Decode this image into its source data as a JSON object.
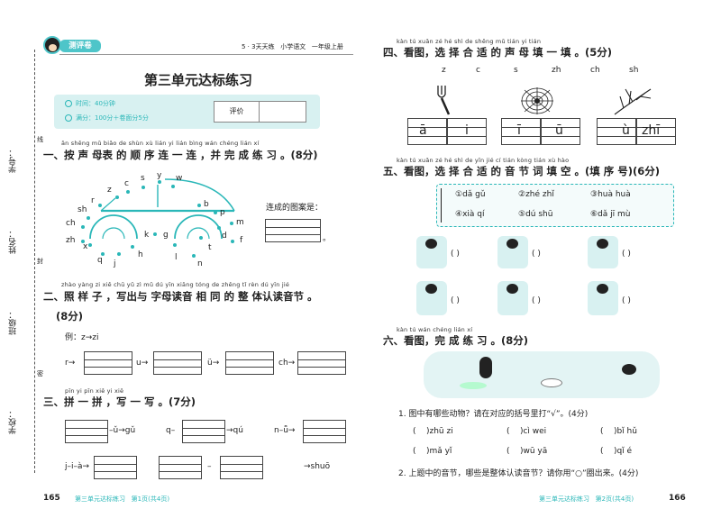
{
  "left": {
    "badge": "测评卷",
    "header": "5 · 3天天练   小学语文   一年级上册",
    "title": "第三单元达标练习",
    "time": "时间：40分钟",
    "score": "满分：100分＋卷面分5分",
    "rating": "评价",
    "margin_labels": [
      "学号：",
      "线",
      "姓名：",
      "封",
      "班级：",
      "密",
      "学校："
    ],
    "s1_pinyin": "ān shēng mǔ biǎo de shùn xù lián yi lián  bìng wán chéng lián  xí",
    "s1_title": "一、按 声 母表 的 顺 序 连 一 连 ，并 完 成  练 习 。(8分)",
    "s1_letters": [
      "z",
      "c",
      "s",
      "y",
      "w",
      "r",
      "sh",
      "ch",
      "zh",
      "b",
      "p",
      "m",
      "f",
      "d",
      "t",
      "n",
      "l",
      "g",
      "k",
      "h",
      "j",
      "q",
      "x"
    ],
    "s1_side": "连成的图案是：",
    "s1_dot": "。",
    "s2_pinyin": "zhào yàng zi  xiě chū yǔ zì mǔ dú yīn xiāng tóng de zhěng tǐ rèn dú yīn jié",
    "s2_title": "二、照 样 子 ，写出与 字母读音 相 同 的 整 体认读音节 。",
    "s2_score": "(8分)",
    "s2_example": "例：z→zi",
    "s2_items": [
      "r→",
      "u→",
      "ü→",
      "ch→"
    ],
    "s3_pinyin": "pīn yi pīn  xiě yi xiě",
    "s3_title": "三、拼 一 拼 ，写 一 写 。(7分)",
    "s3_row1": [
      "–ǔ→gǔ",
      "q–",
      "→qú",
      "n–ǖ→"
    ],
    "s3_row2": [
      "j–i–à→",
      "–",
      "→shuō"
    ],
    "page_num": "165",
    "footer": "第三单元达标练习   第1页(共4页)"
  },
  "right": {
    "s4_pinyin": "kàn tú  xuǎn zé hé shì de shēng mǔ tián yi tián",
    "s4_title": "四、看图，选 择 合 适 的 声  母 填 一 填 。(5分)",
    "s4_letters": [
      "z",
      "c",
      "s",
      "zh",
      "ch",
      "sh"
    ],
    "s4_cells": [
      "ā",
      "i",
      "ī",
      "ū",
      "ù",
      "zhī"
    ],
    "s5_pinyin": "kàn tú  xuǎn zé hé shì de yīn jié cí tián kòng   tián xù hào",
    "s5_title": "五、看图，选 择 合 适 的 音 节 词 填 空 。(填 序 号)(6分)",
    "s5_opts": [
      "①dǎ gǔ",
      "②zhé zhǐ",
      "③huà huà",
      "④xià qí",
      "⑤dú shū",
      "⑥dǎ jī mù"
    ],
    "s5_blank": "(      )",
    "s6_pinyin": "kàn tú  wán chéng lián xí",
    "s6_title": "六、看图，完 成  练 习 。(8分)",
    "q1": "1. 图中有哪些动物？请在对应的括号里打“√”。(4分)",
    "animals": [
      "(    )zhū zi",
      "(    )cì wei",
      "(    )bǐ hǔ",
      "(    )mǎ yǐ",
      "(    )wū yā",
      "(    )qǐ é"
    ],
    "q2": "2. 上题中的音节，哪些是整体认读音节？请你用“○”圈出来。(4分)",
    "page_num": "166",
    "footer": "第三单元达标练习   第2页(共4页)"
  }
}
